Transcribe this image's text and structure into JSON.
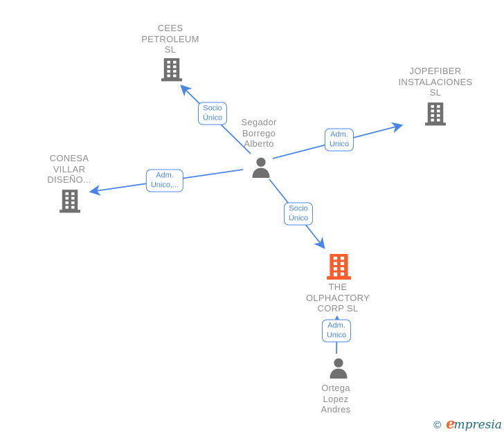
{
  "diagram": {
    "nodes": {
      "cees": {
        "type": "company",
        "name": "CEES PETROLEUM SL",
        "lines": [
          "CEES",
          "PETROLEUM",
          "SL"
        ]
      },
      "jopefiber": {
        "type": "company",
        "name": "JOPEFIBER INSTALACIONES SL",
        "lines": [
          "JOPEFIBER",
          "INSTALACIONES",
          "SL"
        ]
      },
      "conesa": {
        "type": "company",
        "name": "CONESA VILLAR DISEÑO...",
        "lines": [
          "CONESA",
          "VILLAR",
          "DISEÑO..."
        ]
      },
      "segador": {
        "type": "person",
        "name": "Segador Borrego Alberto",
        "lines": [
          "Segador",
          "Borrego",
          "Alberto"
        ]
      },
      "olphactory": {
        "type": "company",
        "highlighted": true,
        "name": "THE OLPHACTORY CORP SL",
        "lines": [
          "THE",
          "OLPHACTORY",
          "CORP SL"
        ]
      },
      "ortega": {
        "type": "person",
        "name": "Ortega Lopez Andres",
        "lines": [
          "Ortega",
          "Lopez",
          "Andres"
        ]
      }
    },
    "edges": [
      {
        "from": "segador",
        "to": "cees",
        "label": "Socio Único",
        "label_lines": [
          "Socio",
          "Único"
        ]
      },
      {
        "from": "segador",
        "to": "jopefiber",
        "label": "Adm. Unico",
        "label_lines": [
          "Adm.",
          "Unico"
        ]
      },
      {
        "from": "segador",
        "to": "conesa",
        "label": "Adm. Unico,...",
        "label_lines": [
          "Adm.",
          "Unico,..."
        ]
      },
      {
        "from": "segador",
        "to": "olphactory",
        "label": "Socio Único",
        "label_lines": [
          "Socio",
          "Único"
        ]
      },
      {
        "from": "ortega",
        "to": "olphactory",
        "label": "Adm. Unico",
        "label_lines": [
          "Adm.",
          "Unico"
        ]
      }
    ]
  },
  "watermark": {
    "copyright": "©",
    "brand_first": "e",
    "brand_rest": "mpresia"
  },
  "colors": {
    "edge_blue": "#4a86e8",
    "icon_gray": "#707070",
    "text_gray": "#8f8f8f",
    "highlight_orange": "#fa5c2c",
    "watermark_teal": "#1d6a85",
    "watermark_orange": "#f2692c",
    "canvas_bg": "#ffffff"
  }
}
